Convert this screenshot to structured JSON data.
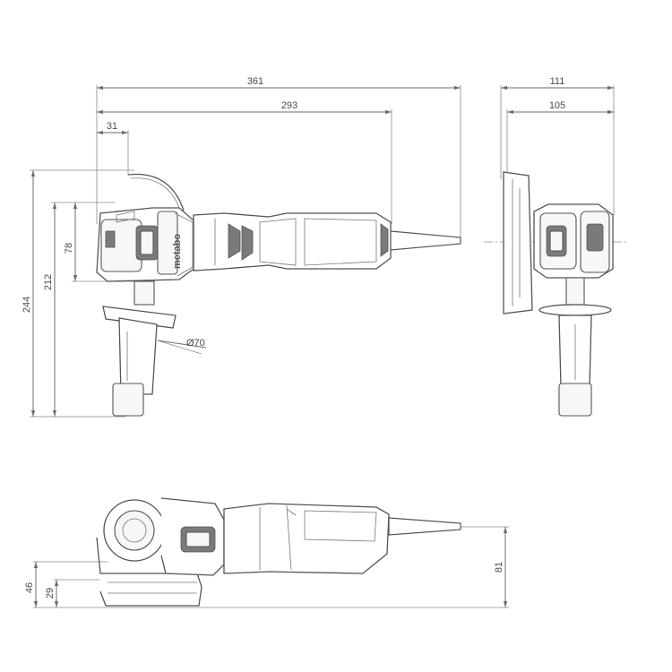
{
  "drawing": {
    "brand_mark": "metabo",
    "side_view": {
      "dimensions": {
        "overall_length": "361",
        "body_length": "293",
        "guard_offset": "31",
        "overall_height": "244",
        "height_to_handle": "212",
        "head_height": "78",
        "handle_diameter": "Ø70"
      }
    },
    "front_view": {
      "dimensions": {
        "overall_width": "111",
        "body_width": "105"
      }
    },
    "top_view": {
      "dimensions": {
        "overall_height": "81",
        "spindle_height": "46",
        "disc_height": "29"
      }
    }
  }
}
